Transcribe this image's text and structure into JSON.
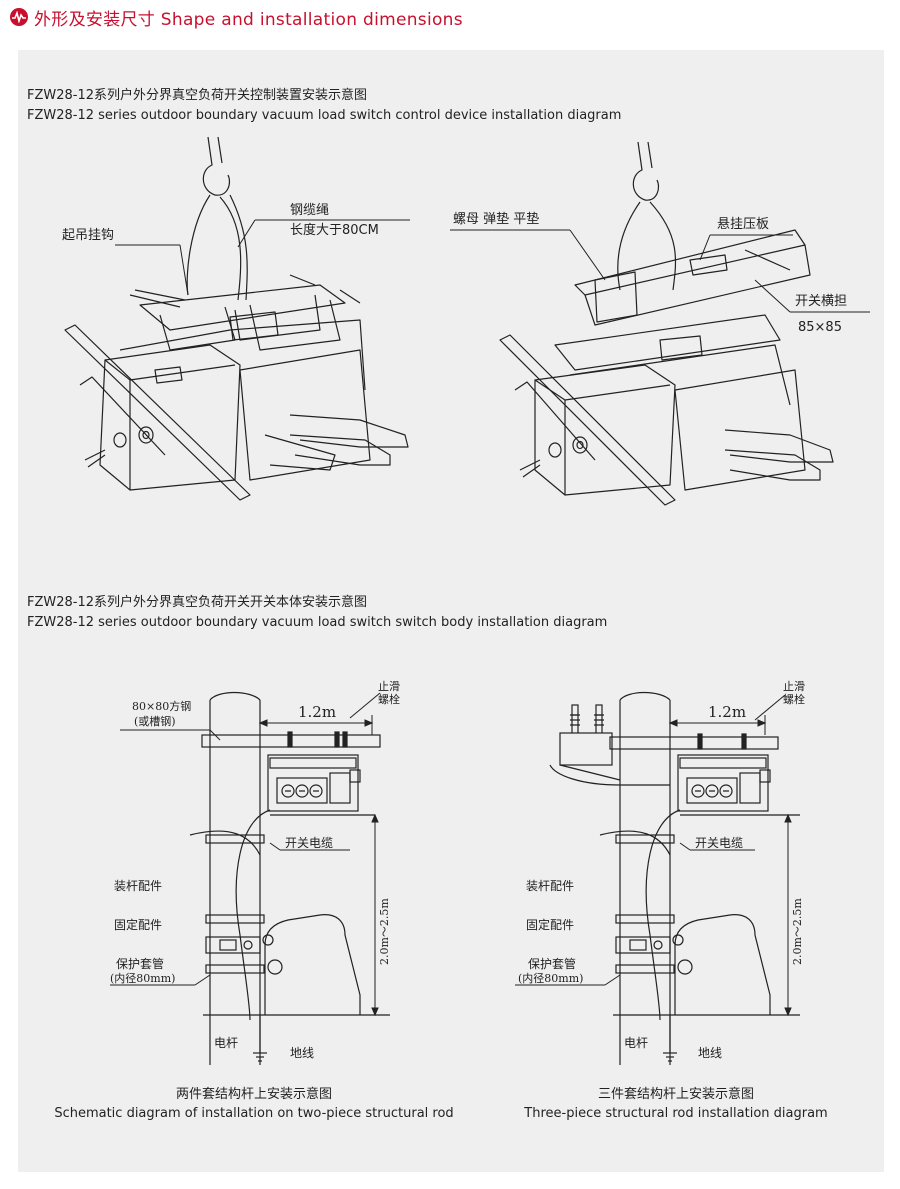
{
  "header": {
    "title": "外形及安装尺寸 Shape and installation dimensions",
    "accent_color": "#c8102e",
    "icon": "waveform-icon"
  },
  "section1": {
    "title_cn": "FZW28-12系列户外分界真空负荷开关控制装置安装示意图",
    "title_en": "FZW28-12 series outdoor boundary vacuum load switch control device installation diagram",
    "left": {
      "label_hook": "起吊挂钩",
      "label_rope_1": "钢缆绳",
      "label_rope_2": "长度大于80CM"
    },
    "right": {
      "label_nut": "螺母 弹垫 平垫",
      "label_plate": "悬挂压板",
      "label_crossarm": "开关横担",
      "label_crossarm_size": "85×85"
    }
  },
  "section2": {
    "title_cn": "FZW28-12系列户外分界真空负荷开关开关本体安装示意图",
    "title_en": "FZW28-12 series outdoor boundary vacuum load switch switch body installation diagram",
    "left": {
      "label_steel_1": "80×80方钢",
      "label_steel_2": "(或槽钢)",
      "dim_span": "1.2m",
      "label_bolt_1": "止滑",
      "label_bolt_2": "螺栓",
      "label_cable": "开关电缆",
      "label_pole_fitting": "装杆配件",
      "label_fixing": "固定配件",
      "label_sleeve_1": "保护套管",
      "label_sleeve_2": "(内径80mm)",
      "dim_height": "2.0m～2.5m",
      "label_pole": "电杆",
      "label_ground": "地线",
      "caption_cn": "两件套结构杆上安装示意图",
      "caption_en": "Schematic diagram of installation on two-piece structural rod"
    },
    "right": {
      "dim_span": "1.2m",
      "label_bolt_1": "止滑",
      "label_bolt_2": "螺栓",
      "label_cable": "开关电缆",
      "label_pole_fitting": "装杆配件",
      "label_fixing": "固定配件",
      "label_sleeve_1": "保护套管",
      "label_sleeve_2": "(内径80mm)",
      "dim_height": "2.0m～2.5m",
      "label_pole": "电杆",
      "label_ground": "地线",
      "caption_cn": "三件套结构杆上安装示意图",
      "caption_en": "Three-piece structural rod installation diagram"
    }
  }
}
